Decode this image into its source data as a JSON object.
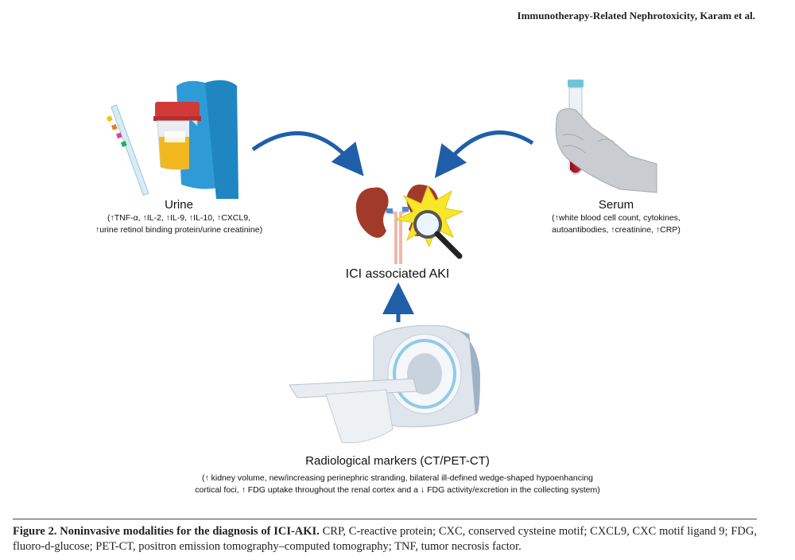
{
  "header": {
    "running_title": "Immunotherapy-Related Nephrotoxicity, Karam et al."
  },
  "figure": {
    "center": {
      "label": "ICI associated AKI"
    },
    "urine": {
      "title": "Urine",
      "line1": "(↑TNF-α, ↑IL-2, ↑IL-9, ↑IL-10, ↑CXCL9,",
      "line2": "↑urine retinol binding protein/urine creatinine)"
    },
    "serum": {
      "title": "Serum",
      "line1": "(↑white blood cell count, cytokines,",
      "line2": "autoantibodies, ↑creatinine, ↑CRP)"
    },
    "radiology": {
      "title": "Radiological markers (CT/PET-CT)",
      "line1": "(↑ kidney volume, new/increasing perinephric stranding, bilateral ill-defined wedge-shaped hypoenhancing",
      "line2": "cortical foci, ↑ FDG uptake throughout the renal cortex and a ↓ FDG activity/excretion in the collecting system)"
    },
    "colors": {
      "arrow": "#1f5fa8",
      "kidney": "#a23a2a",
      "glove_blue": "#2f9bd6",
      "urine": "#f3b820"
    }
  },
  "caption": {
    "label": "Figure 2. Noninvasive modalities for the diagnosis of ICI-AKI.",
    "text": " CRP, C-reactive protein; CXC, conserved cysteine motif; CXCL9, CXC motif ligand 9; FDG, fluoro-d-glucose; PET-CT, positron emission tomography–computed tomography; TNF, tumor necrosis factor."
  }
}
